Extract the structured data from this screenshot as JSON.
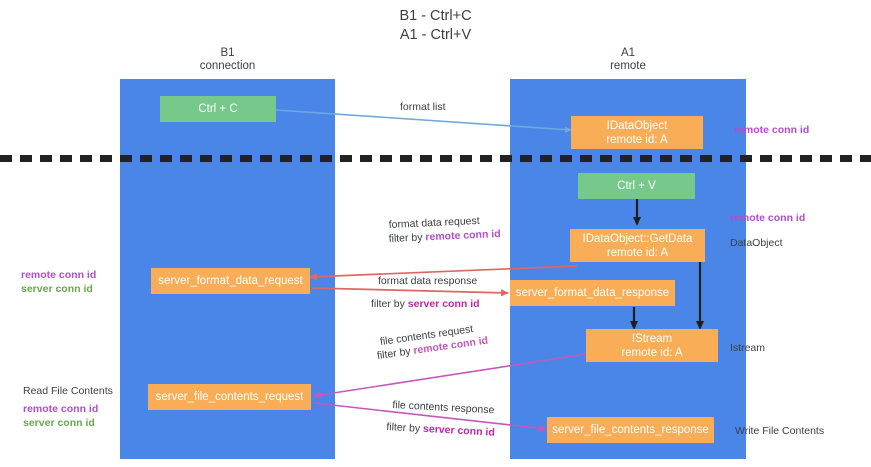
{
  "title": {
    "line1": "B1 - Ctrl+C",
    "line2": "A1 - Ctrl+V"
  },
  "columns": [
    {
      "name": "B1",
      "role": "connection"
    },
    {
      "name": "A1",
      "role": "remote"
    }
  ],
  "nodes": {
    "ctrl_c": {
      "label": "Ctrl + C",
      "color": "#76c88b"
    },
    "idataobject": {
      "label": "IDataObject",
      "sub": "remote id: A",
      "color": "#f9ad56"
    },
    "ctrl_v": {
      "label": "Ctrl + V",
      "color": "#76c88b"
    },
    "getdata": {
      "label": "IDataObject::GetData",
      "sub": "remote id: A",
      "color": "#f9ad56"
    },
    "server_format_data_request": {
      "label": "server_format_data_request",
      "color": "#f9ad56"
    },
    "server_format_data_response": {
      "label": "server_format_data_response",
      "color": "#f9ad56"
    },
    "istream": {
      "label": "IStream",
      "sub": "remote id: A",
      "color": "#f9ad56"
    },
    "server_file_contents_request": {
      "label": "server_file_contents_request",
      "color": "#f9ad56"
    },
    "server_file_contents_response": {
      "label": "server_file_contents_response",
      "color": "#f9ad56"
    }
  },
  "edge_labels": {
    "format_list": "format list",
    "format_data_request": "format data request",
    "format_data_request_filter_prefix": "filter by ",
    "format_data_request_filter_key": "remote conn id",
    "format_data_response": "format data response",
    "format_data_response_filter_prefix": "filter by ",
    "format_data_response_filter_key": "server conn id",
    "file_contents_request": "file contents request",
    "file_contents_request_filter_prefix": "filter by ",
    "file_contents_request_filter_key": "remote conn id",
    "file_contents_response": "file contents response",
    "file_contents_response_filter_prefix": "filter by ",
    "file_contents_response_filter_key": "server conn id"
  },
  "annotations": {
    "right_remote_conn_id_top": "remote conn id",
    "right_remote_conn_id_mid": "remote conn id",
    "right_dataobject": "DataObject",
    "right_istream": "Istream",
    "right_write_file_contents": "Write File Contents",
    "left_remote_conn_id_mid": "remote conn id",
    "left_server_conn_id_mid": "server conn id",
    "left_read_file_contents": "Read File Contents",
    "left_remote_conn_id_bottom": "remote conn id",
    "left_server_conn_id_bottom": "server conn id"
  },
  "colors": {
    "lane": "#4a86e8",
    "green_node": "#76c88b",
    "orange_node": "#f9ad56",
    "purple_key": "#b14ecb",
    "green_key": "#6aa84f",
    "arrow_blue": "#6fa8dc",
    "arrow_red": "#e06666",
    "arrow_pink": "#c557bd",
    "arrow_dark": "#1f1f1f",
    "separator": "#222222",
    "background": "#ffffff"
  }
}
